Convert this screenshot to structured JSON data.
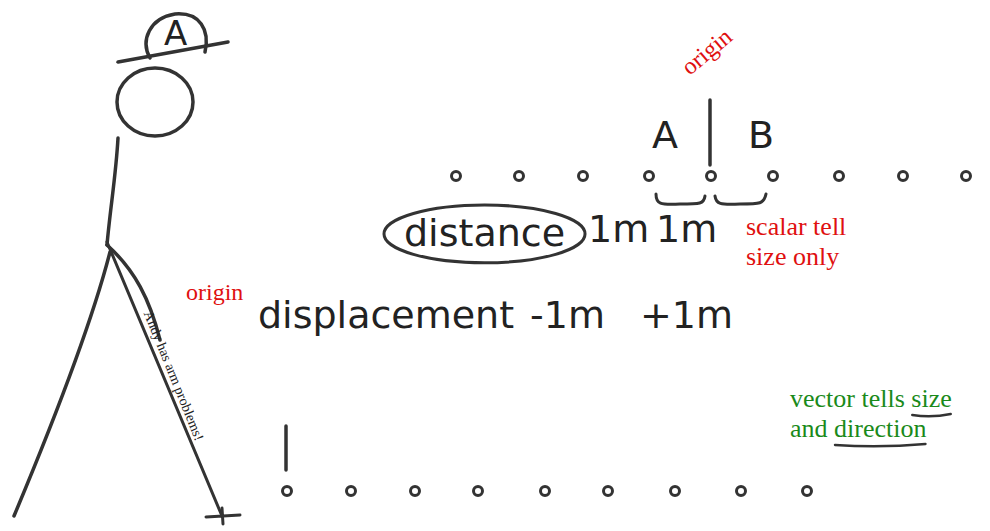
{
  "diagram": {
    "nodes": [
      {
        "text": [
          "distance"
        ]
      }
    ],
    "labels": [
      "A",
      "origin",
      "A",
      "B",
      "1m",
      "1m",
      "scalar tell size only",
      "origin",
      "displacement",
      "-1m",
      "+1m",
      "vector tells size and direction",
      "Andy has arm problems!"
    ]
  }
}
